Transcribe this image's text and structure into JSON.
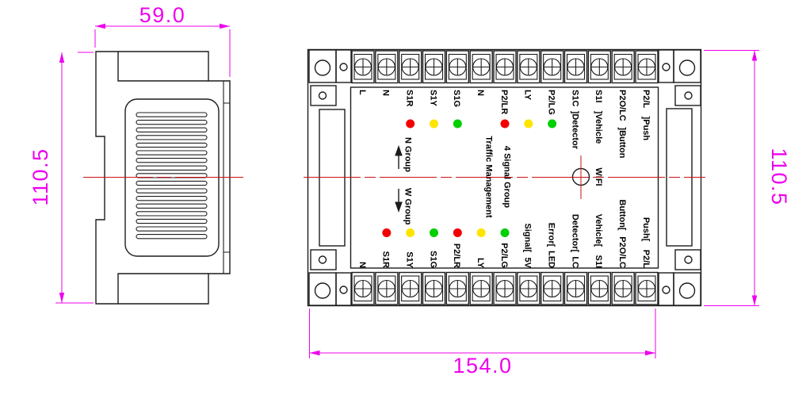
{
  "colors": {
    "line": "#1c1c1c",
    "dimension": "#ee00ee",
    "centerline": "#cc1111",
    "led": {
      "red": "#f20000",
      "yellow": "#ffe400",
      "green": "#00cf00"
    }
  },
  "dimensions": {
    "side_width": "59.0",
    "side_height": "110.5",
    "front_width": "154.0",
    "front_height": "110.5"
  },
  "side_view": {
    "vent_slots": 17
  },
  "front_view": {
    "terminal_count": 13,
    "bracket_top": "]",
    "bracket_bottom": "[",
    "center": {
      "n_group": "N Group",
      "w_group": "W Group",
      "title_line1": "4 Signal Group",
      "title_line2": "Traffic Management",
      "wifi": "WIFI"
    },
    "top_row": [
      {
        "label": "L"
      },
      {
        "label": "N"
      },
      {
        "label": "S1R",
        "led": "red"
      },
      {
        "label": "S1Y",
        "led": "yellow"
      },
      {
        "label": "S1G",
        "led": "green"
      },
      {
        "label": "N"
      },
      {
        "label": "P2/LR",
        "led": "red"
      },
      {
        "label": "LY",
        "led": "yellow"
      },
      {
        "label": "P2/LG",
        "led": "green"
      },
      {
        "label": "S1C",
        "word": "Detector"
      },
      {
        "label": "S1I",
        "word": "Vehicle"
      },
      {
        "label": "P2O/LC",
        "word": "Button"
      },
      {
        "label": "P2/L",
        "word": "Push"
      }
    ],
    "bottom_row": [
      {
        "label": "N"
      },
      {
        "label": "S1R",
        "led": "red"
      },
      {
        "label": "S1Y",
        "led": "yellow"
      },
      {
        "label": "S1G",
        "led": "green"
      },
      {
        "label": "P2/LR",
        "led": "red"
      },
      {
        "label": "LY",
        "led": "yellow"
      },
      {
        "label": "P2/LG",
        "led": "green"
      },
      {
        "label": "5V",
        "word": "Signal"
      },
      {
        "label": "LED",
        "word": "Error"
      },
      {
        "label": "LC",
        "word": "Detector"
      },
      {
        "label": "S1I",
        "word": "Vehicle"
      },
      {
        "label": "P2O/LC",
        "word": "Button"
      },
      {
        "label": "P2/L",
        "word": "Push"
      }
    ]
  }
}
